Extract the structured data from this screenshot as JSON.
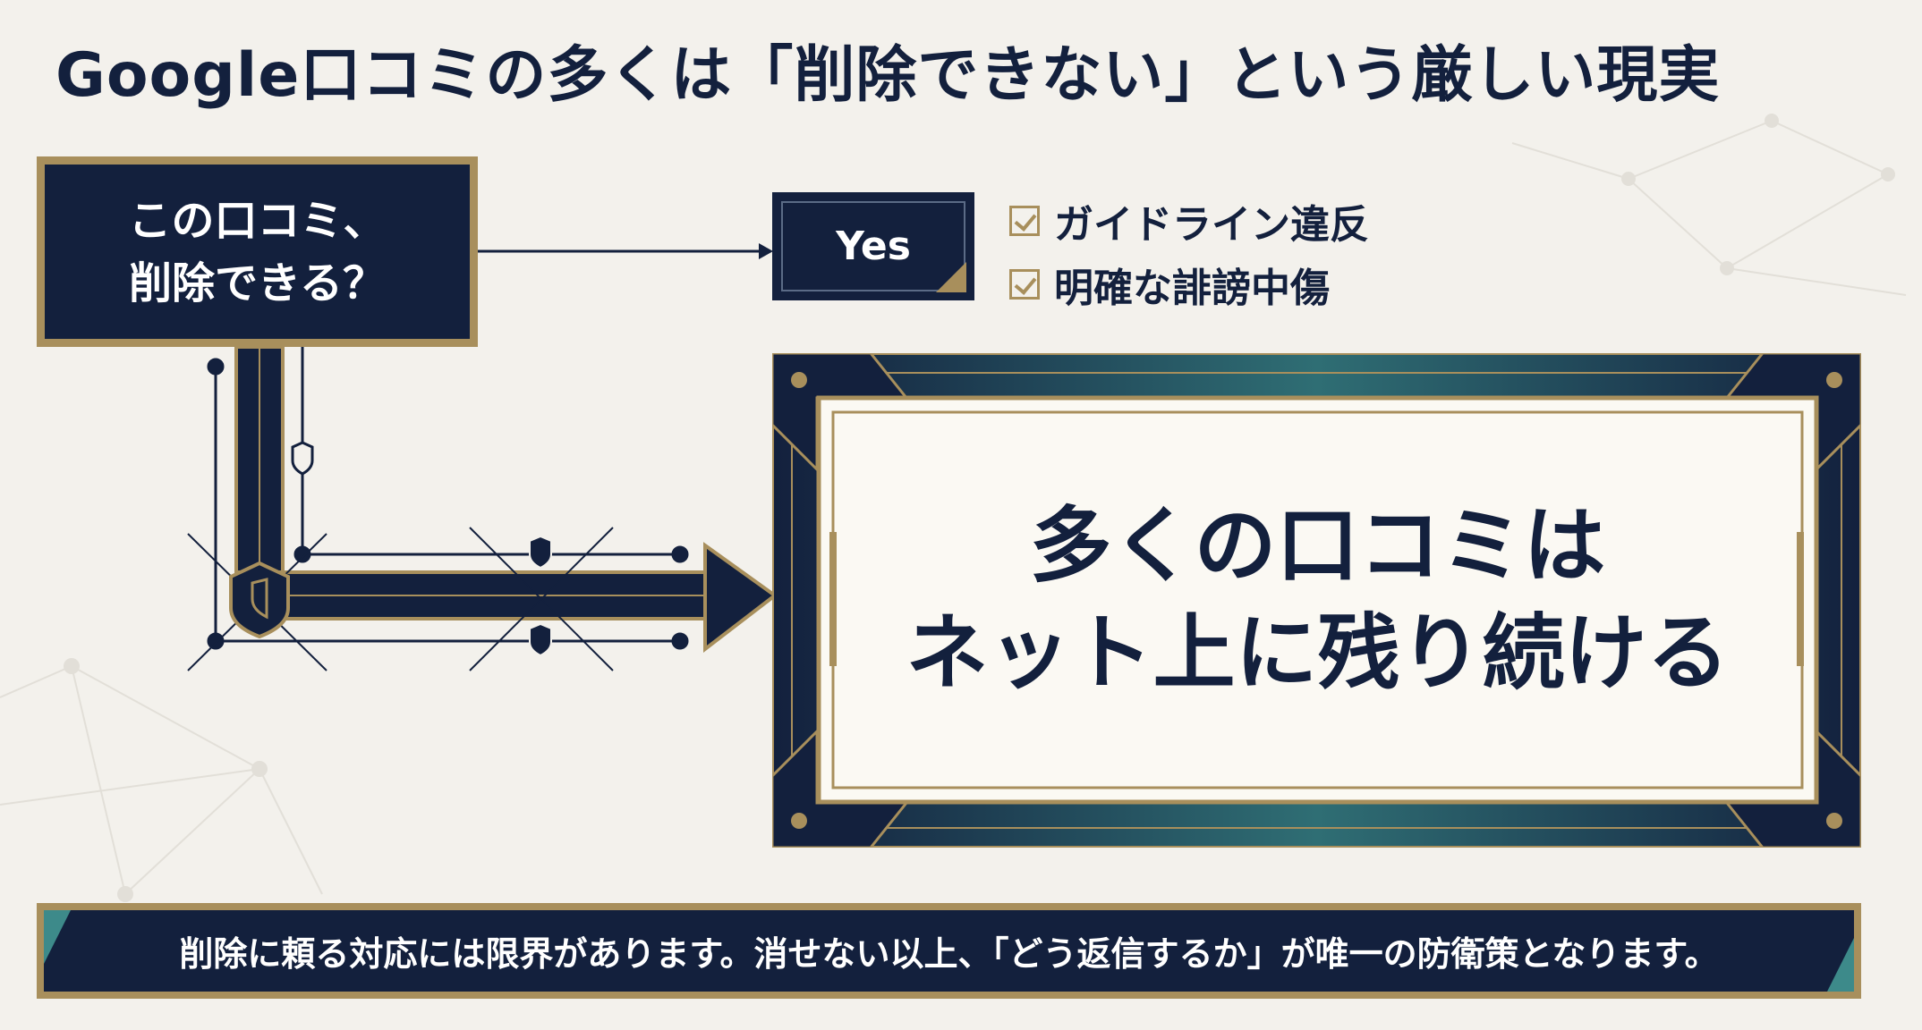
{
  "title": "Google口コミの多くは「削除できない」という厳しい現実",
  "question": {
    "line1": "この口コミ、",
    "line2": "削除できる？"
  },
  "yes_label": "Yes",
  "yes_conditions": [
    "ガイドライン違反",
    "明確な誹謗中傷"
  ],
  "result": {
    "line1": "多くの口コミは",
    "line2": "ネット上に残り続ける"
  },
  "banner": "削除に頼る対応には限界があります。消せない以上、「どう返信するか」が唯一の防衛策となります。",
  "colors": {
    "navy": "#13203d",
    "gold": "#a88f5c",
    "teal": "#3d8a8a",
    "background": "#f3f1ec"
  }
}
